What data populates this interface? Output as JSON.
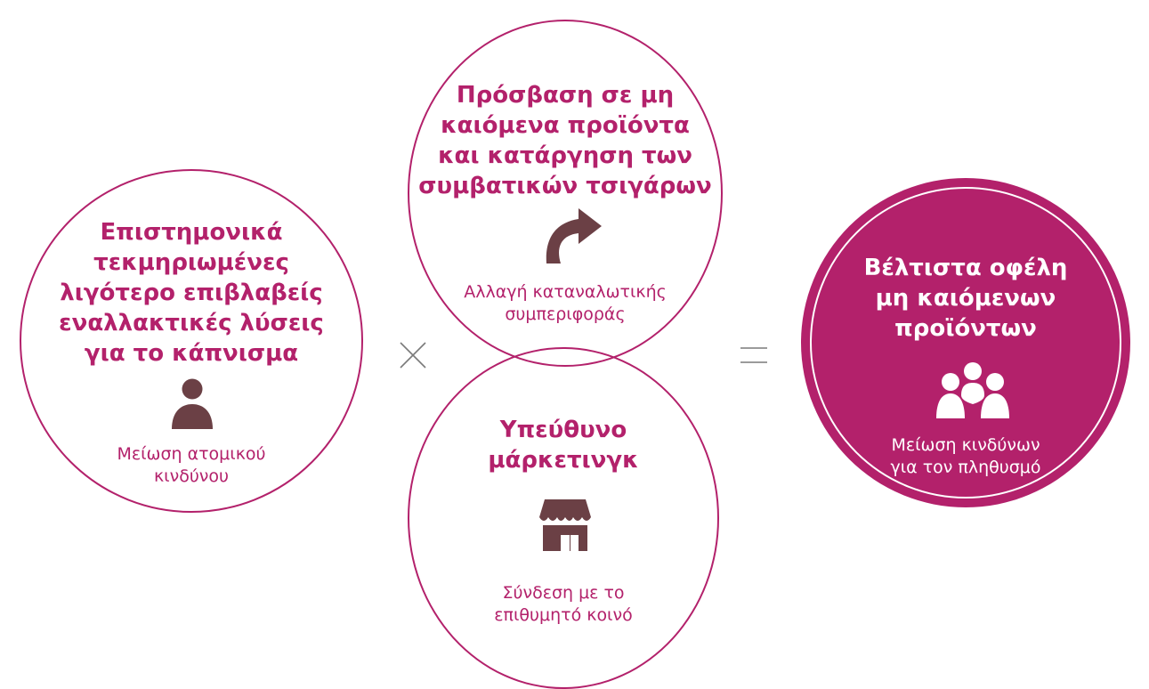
{
  "circles": {
    "left": {
      "title": "Επιστημονικά\nτεκμηριωμένες\nλιγότερο επιβλαβείς\nεναλλακτικές λύσεις\nγια το κάπνισμα",
      "subtitle": "Μείωση ατομικού\nκινδύνου",
      "icon": "person-icon"
    },
    "top": {
      "title": "Πρόσβαση σε μη\nκαιόμενα προϊόντα\nκαι κατάργηση των\nσυμβατικών τσιγάρων",
      "subtitle": "Αλλαγή καταναλωτικής\nσυμπεριφοράς",
      "icon": "curved-arrow-icon"
    },
    "bottom": {
      "title": "Υπεύθυνο\nμάρκετινγκ",
      "subtitle": "Σύνδεση με το\nεπιθυμητό κοινό",
      "icon": "storefront-icon"
    },
    "right": {
      "title": "Βέλτιστα οφέλη\nμη καιόμενων\nπροϊόντων",
      "subtitle": "Μείωση κινδύνων\nγια τον πληθυσμό",
      "icon": "group-icon"
    }
  },
  "operators": {
    "multiply": "multiply-icon",
    "equals": "equals-icon"
  },
  "colors": {
    "accent": "#b3216b",
    "icon": "#6b4045",
    "inverse": "#ffffff"
  }
}
